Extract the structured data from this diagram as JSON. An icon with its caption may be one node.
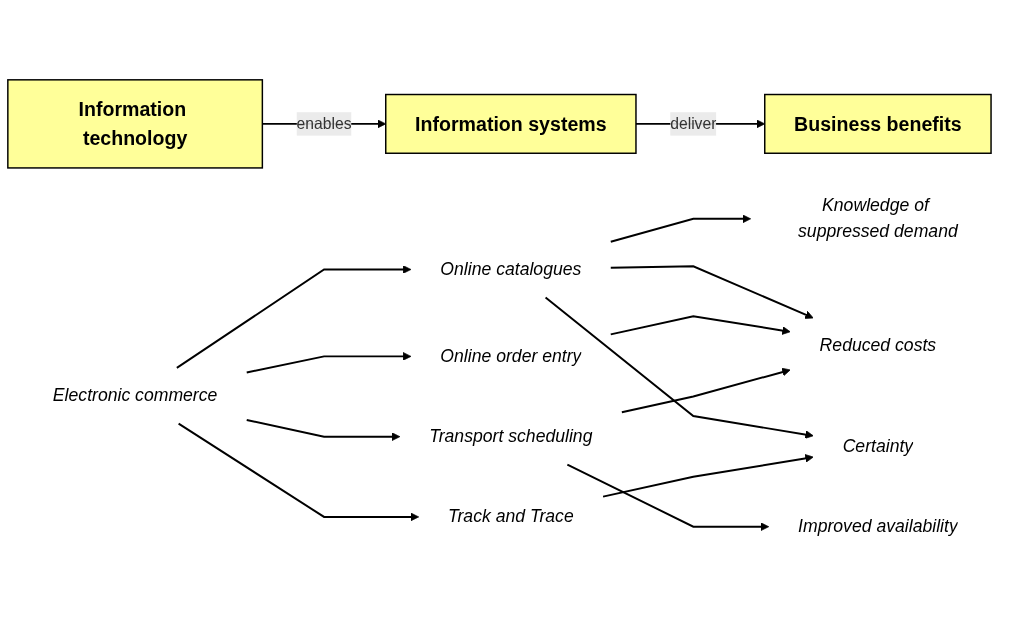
{
  "diagram": {
    "nodes": [
      {
        "text": [
          "Information technology"
        ]
      },
      {
        "text": [
          "Information systems"
        ]
      },
      {
        "text": [
          "Business benefits"
        ]
      },
      {
        "text": [
          "Electronic commerce"
        ]
      },
      {
        "text": [
          "Online catalogues"
        ]
      },
      {
        "text": [
          "Online order entry"
        ]
      },
      {
        "text": [
          "Transport scheduling"
        ]
      },
      {
        "text": [
          "Track and Trace"
        ]
      },
      {
        "text": [
          "Knowledge of suppressed demand"
        ]
      },
      {
        "text": [
          "Reduced costs"
        ]
      },
      {
        "text": [
          "Improved availability"
        ]
      },
      {
        "text": [
          "Certainty"
        ]
      }
    ],
    "edges": [
      {
        "from": 0,
        "to": 1,
        "arrow": "to",
        "label": "enables"
      },
      {
        "from": 1,
        "to": 2,
        "arrow": "to",
        "label": "deliver"
      },
      {
        "from": 3,
        "to": 4,
        "arrow": "to"
      },
      {
        "from": 3,
        "to": 5,
        "arrow": "to"
      },
      {
        "from": 3,
        "to": 6,
        "arrow": "to"
      },
      {
        "from": 3,
        "to": 7,
        "arrow": "to"
      },
      {
        "from": 4,
        "to": 8,
        "arrow": "to"
      },
      {
        "from": 4,
        "to": 9,
        "arrow": "to"
      },
      {
        "from": 4,
        "to": 11,
        "arrow": "to"
      },
      {
        "from": 5,
        "to": 9,
        "arrow": "to"
      },
      {
        "from": 6,
        "to": 9,
        "arrow": "to"
      },
      {
        "from": 6,
        "to": 10,
        "arrow": "to"
      },
      {
        "from": 7,
        "to": 11,
        "arrow": "to"
      }
    ]
  }
}
